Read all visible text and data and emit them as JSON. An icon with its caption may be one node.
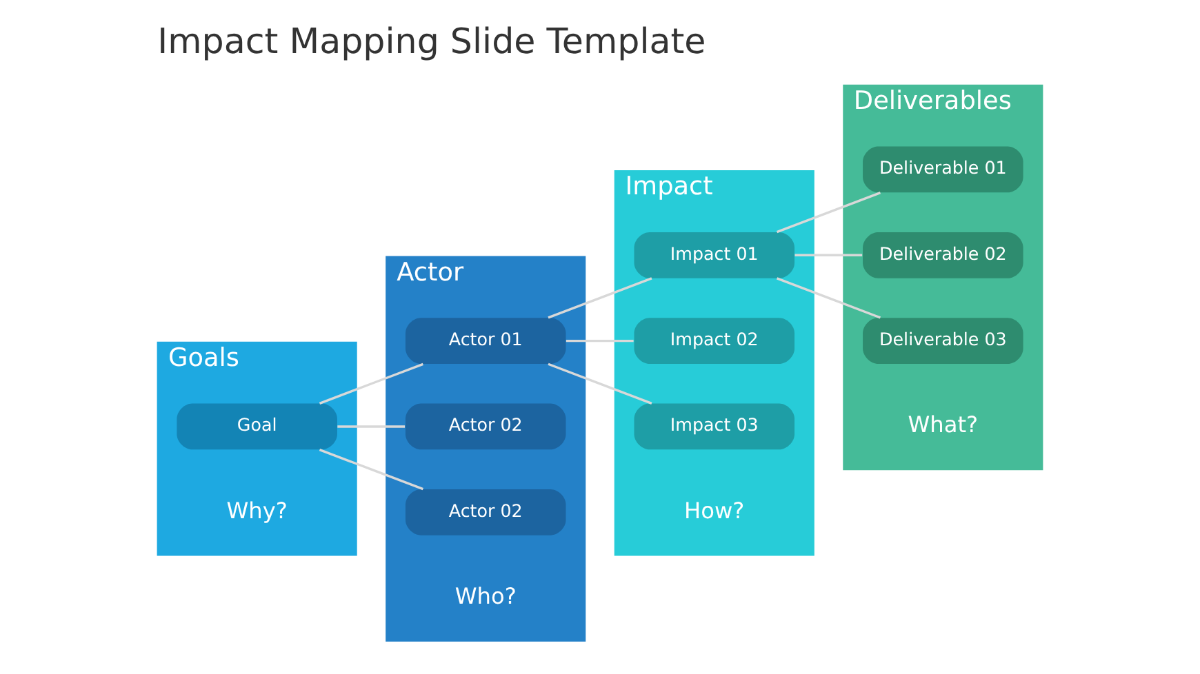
{
  "diagram": {
    "title": "Impact Mapping Slide Template",
    "nodes": [
      {
        "text": [
          "Goals",
          "Why?"
        ]
      },
      {
        "text": [
          "Goal"
        ],
        "in": 0
      },
      {
        "text": [
          "Actor",
          "Who?"
        ]
      },
      {
        "text": [
          "Actor 01"
        ],
        "in": 2
      },
      {
        "text": [
          "Actor 02"
        ],
        "in": 2
      },
      {
        "text": [
          "Actor 02"
        ],
        "in": 2
      },
      {
        "text": [
          "Impact",
          "How?"
        ]
      },
      {
        "text": [
          "Impact 01"
        ],
        "in": 6
      },
      {
        "text": [
          "Impact 02"
        ],
        "in": 6
      },
      {
        "text": [
          "Impact 03"
        ],
        "in": 6
      },
      {
        "text": [
          "Deliverables",
          "What?"
        ]
      },
      {
        "text": [
          "Deliverable 01"
        ],
        "in": 10
      },
      {
        "text": [
          "Deliverable 02"
        ],
        "in": 10
      },
      {
        "text": [
          "Deliverable 03"
        ],
        "in": 10
      }
    ],
    "edges": [
      {
        "from": 1,
        "to": 3,
        "arrow": "none"
      },
      {
        "from": 1,
        "to": 4,
        "arrow": "none"
      },
      {
        "from": 1,
        "to": 5,
        "arrow": "none"
      },
      {
        "from": 3,
        "to": 7,
        "arrow": "none"
      },
      {
        "from": 3,
        "to": 8,
        "arrow": "none"
      },
      {
        "from": 3,
        "to": 9,
        "arrow": "none"
      },
      {
        "from": 7,
        "to": 11,
        "arrow": "none"
      },
      {
        "from": 7,
        "to": 12,
        "arrow": "none"
      },
      {
        "from": 7,
        "to": 13,
        "arrow": "none"
      }
    ]
  }
}
